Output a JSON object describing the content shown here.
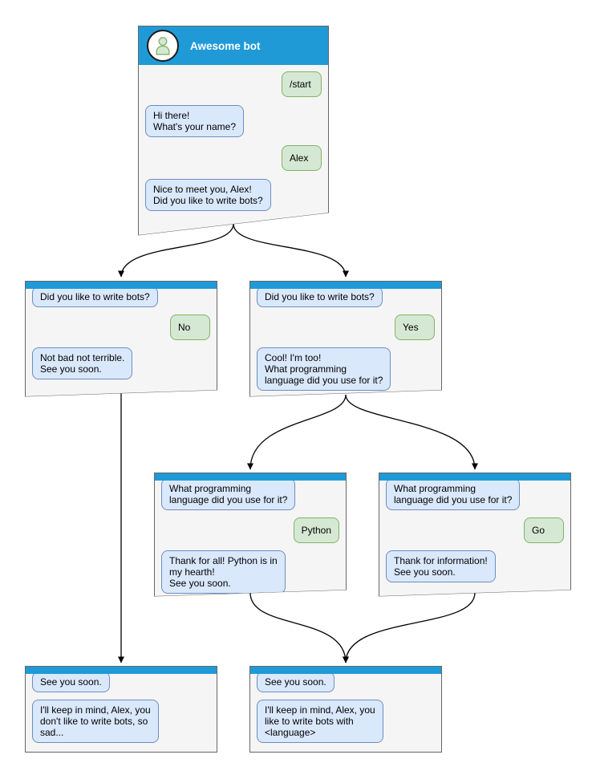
{
  "colors": {
    "header_blue": "#1f9ad7",
    "window_background": "#f5f5f5",
    "window_border": "#666666",
    "bot_bubble_fill": "#dae8fc",
    "bot_bubble_border": "#6c8ebf",
    "user_bubble_fill": "#d5e8d4",
    "user_bubble_border": "#82b366",
    "arrow_color": "#000000"
  },
  "windows": {
    "main": {
      "title": "Awesome bot",
      "avatar_icon": "person-icon",
      "messages": [
        {
          "from": "user",
          "text": "/start"
        },
        {
          "from": "bot",
          "text": "Hi there!\nWhat's your name?"
        },
        {
          "from": "user",
          "text": "Alex"
        },
        {
          "from": "bot",
          "text": "Nice to meet you, Alex!\nDid you like to write bots?"
        }
      ]
    },
    "no": {
      "messages": [
        {
          "from": "bot",
          "text": "Did you like to write bots?"
        },
        {
          "from": "user",
          "text": "No"
        },
        {
          "from": "bot",
          "text": "Not bad not terrible.\nSee you soon."
        }
      ]
    },
    "yes": {
      "messages": [
        {
          "from": "bot",
          "text": "Did you like to write bots?"
        },
        {
          "from": "user",
          "text": "Yes"
        },
        {
          "from": "bot",
          "text": "Cool! I'm too!\nWhat programming\nlanguage did you use for it?"
        }
      ]
    },
    "python": {
      "messages": [
        {
          "from": "bot",
          "text": "What programming\nlanguage did you use for it?"
        },
        {
          "from": "user",
          "text": "Python"
        },
        {
          "from": "bot",
          "text": "Thank for all! Python is in\nmy hearth!\nSee you soon."
        }
      ]
    },
    "go": {
      "messages": [
        {
          "from": "bot",
          "text": "What programming\nlanguage did you use for it?"
        },
        {
          "from": "user",
          "text": "Go"
        },
        {
          "from": "bot",
          "text": "Thank for information!\nSee you soon."
        }
      ]
    },
    "end_no": {
      "messages": [
        {
          "from": "bot",
          "text": "See you soon."
        },
        {
          "from": "bot",
          "text": "I'll keep in mind, Alex, you\ndon't like to write bots, so\nsad..."
        }
      ]
    },
    "end_yes": {
      "messages": [
        {
          "from": "bot",
          "text": "See you soon."
        },
        {
          "from": "bot",
          "text": "I'll keep in mind, Alex, you\nlike to write bots with\n<language>"
        }
      ]
    }
  },
  "flow": [
    {
      "from": "main",
      "to": "no"
    },
    {
      "from": "main",
      "to": "yes"
    },
    {
      "from": "no",
      "to": "end_no"
    },
    {
      "from": "yes",
      "to": "python"
    },
    {
      "from": "yes",
      "to": "go"
    },
    {
      "from": "python",
      "to": "end_yes"
    },
    {
      "from": "go",
      "to": "end_yes"
    }
  ]
}
